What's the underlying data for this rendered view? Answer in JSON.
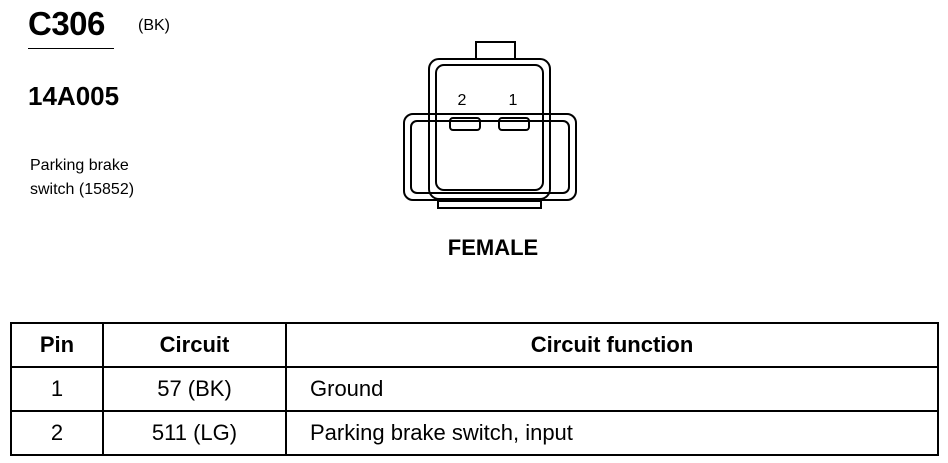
{
  "connector": {
    "id": "C306",
    "color_code": "(BK)",
    "harness_id": "14A005",
    "description_line1": "Parking brake",
    "description_line2": "switch (15852)",
    "gender": "FEMALE",
    "cavity_labels": [
      "2",
      "1"
    ]
  },
  "pin_table": {
    "headers": [
      "Pin",
      "Circuit",
      "Circuit function"
    ],
    "rows": [
      {
        "pin": "1",
        "circuit": "57 (BK)",
        "function": "Ground"
      },
      {
        "pin": "2",
        "circuit": "511 (LG)",
        "function": "Parking brake switch, input"
      }
    ]
  }
}
